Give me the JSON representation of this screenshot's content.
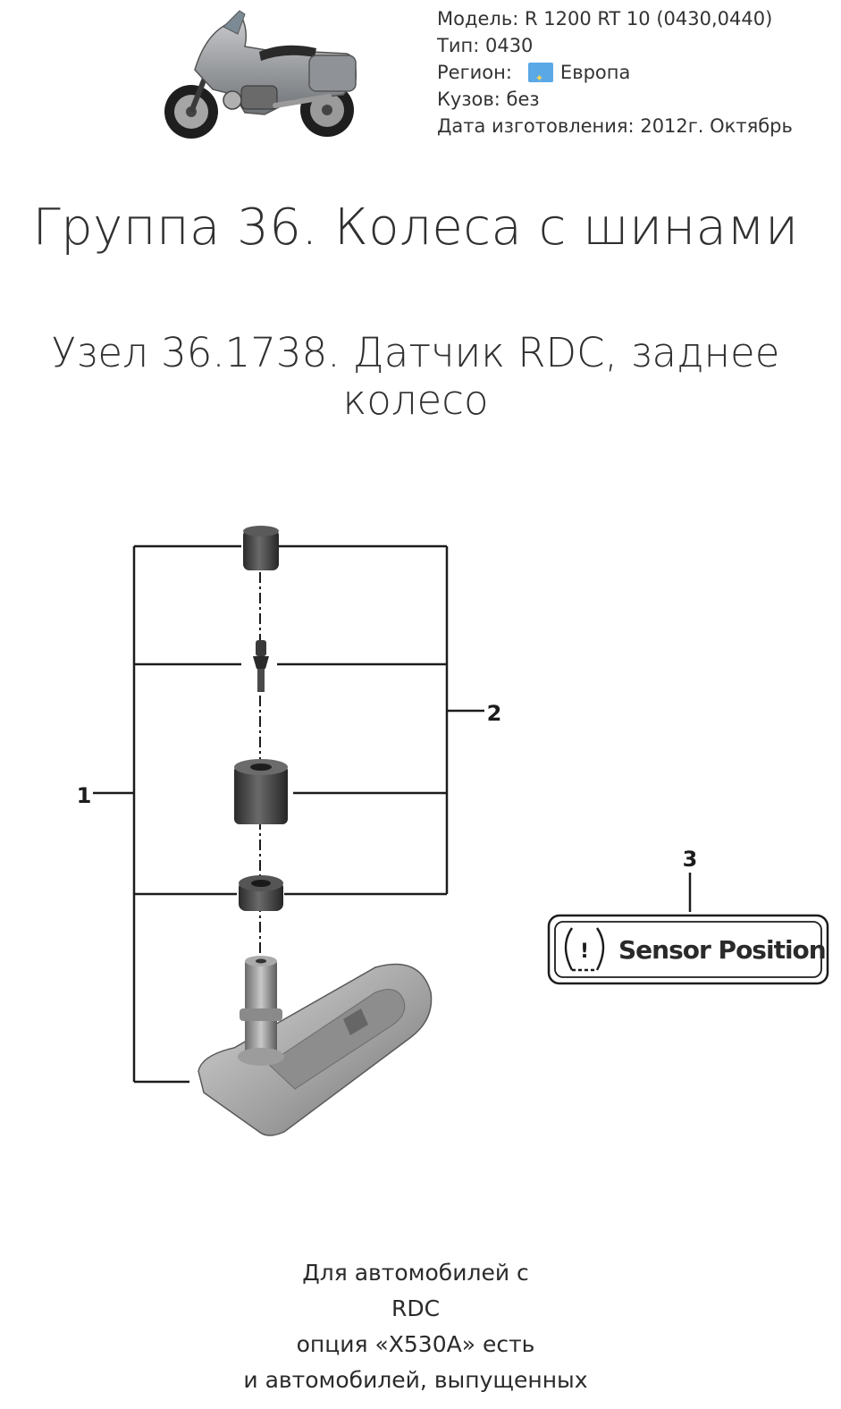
{
  "vehicle": {
    "model_label": "Модель:",
    "model_value": "R 1200 RT 10 (0430,0440)",
    "type_label": "Тип:",
    "type_value": "0430",
    "region_label": "Регион:",
    "region_value": "Европа",
    "body_label": "Кузов:",
    "body_value": "без",
    "date_label": "Дата изготовления:",
    "date_value": "2012г. Октябрь"
  },
  "group_title": "Группа 36. Колеса с шинами",
  "assembly_title": "Узел 36.1738. Датчик RDC, заднее колесо",
  "diagram": {
    "callouts": [
      "1",
      "2",
      "3"
    ],
    "sensor_label": "Sensor Position",
    "warning_glyph": "!"
  },
  "note": {
    "line1": "Для автомобилей с",
    "line2": "RDC",
    "line3": "опция «X530A» есть",
    "line4": "и автомобилей, выпущенных"
  },
  "colors": {
    "part_dark": "#3a3a3a",
    "part_mid": "#8a8a8a",
    "part_light": "#cfcfcf",
    "line": "#1c1c1c"
  },
  "icons": [
    "motorcycle-image",
    "eu-flag-icon",
    "tire-pressure-warning-icon"
  ]
}
